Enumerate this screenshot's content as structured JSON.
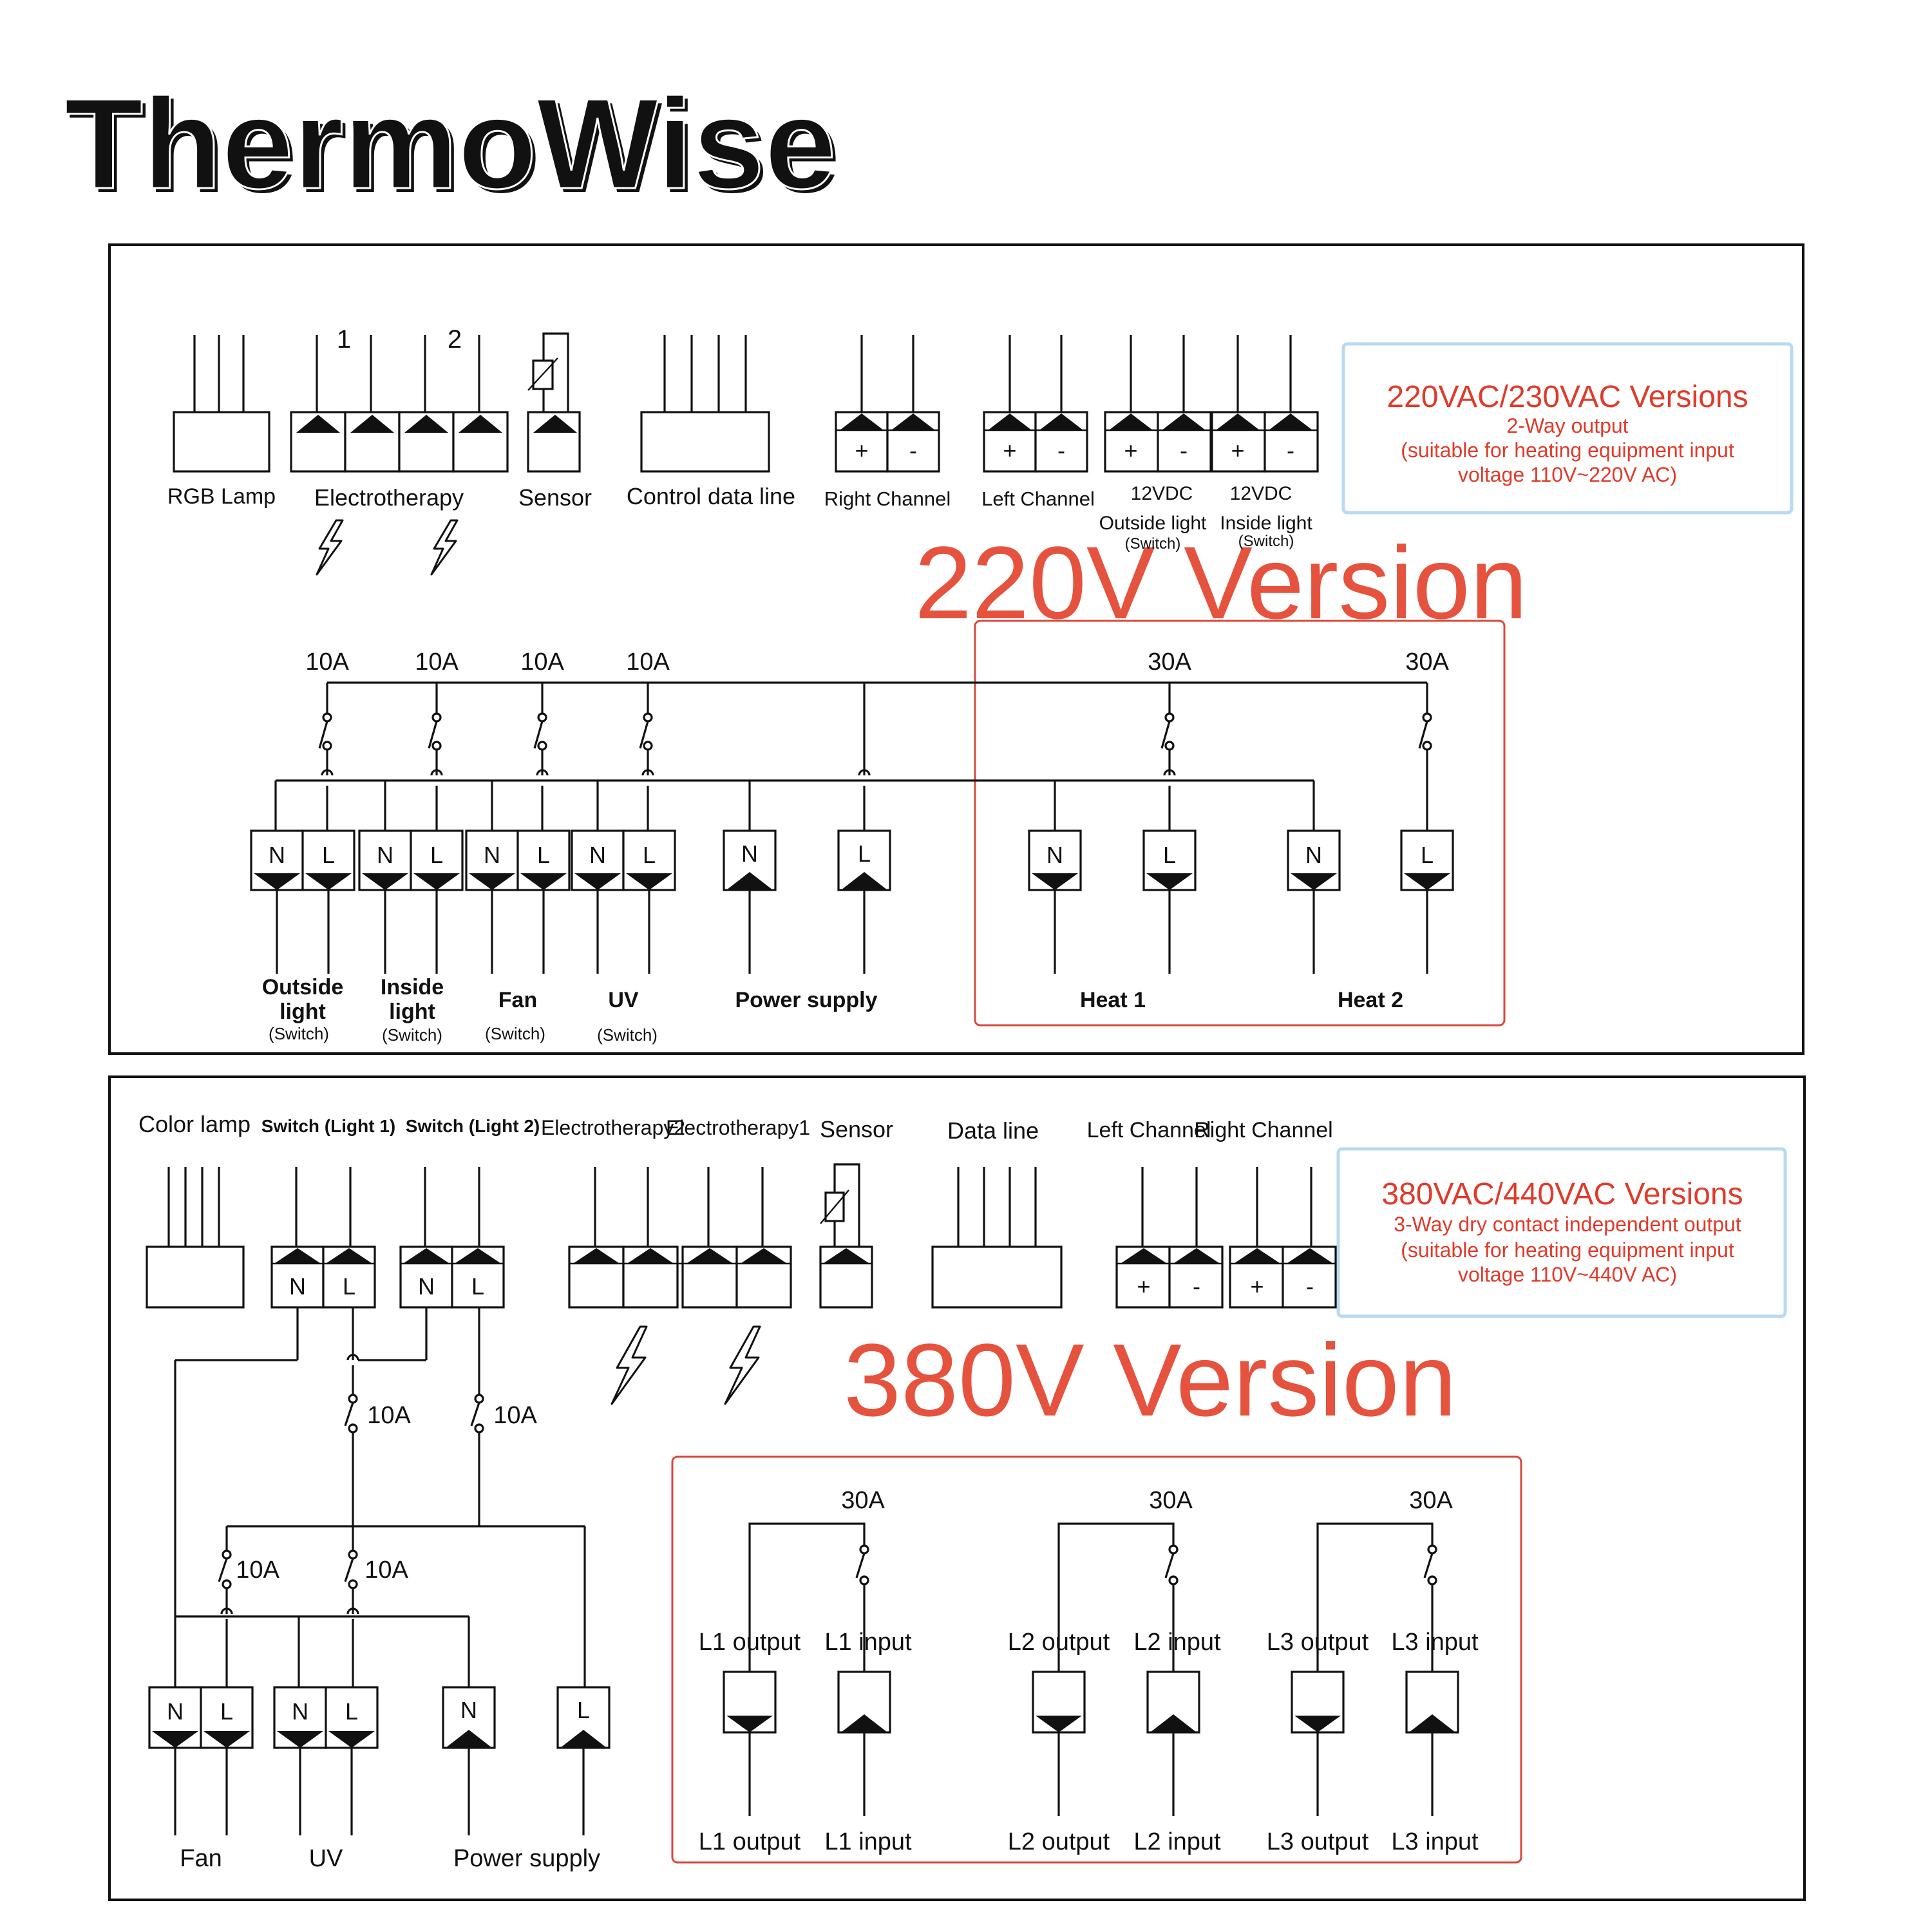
{
  "brand": {
    "logo_text": "ThermoWise"
  },
  "colors": {
    "accent_red": "#e03a2a",
    "box_red": "#d9483b",
    "info_border": "#b8daf0",
    "line": "#111111"
  },
  "panel_220": {
    "version_title": "220V Version",
    "info": {
      "title": "220VAC/230VAC Versions",
      "line1": "2-Way output",
      "line2": "(suitable for heating equipment input",
      "line3": "voltage 110V~220V AC)"
    },
    "top_labels": {
      "rgb_lamp": "RGB Lamp",
      "electrotherapy": "Electrotherapy",
      "electrotherapy_num1": "1",
      "electrotherapy_num2": "2",
      "sensor": "Sensor",
      "control_data_line": "Control data line",
      "right_channel": "Right Channel",
      "left_channel": "Left Channel",
      "plus": "+",
      "minus": "-",
      "vdc_outside": "12VDC",
      "vdc_inside": "12VDC",
      "outside_light": "Outside light",
      "inside_light": "Inside light",
      "switch": "(Switch)"
    },
    "ratings": {
      "r10": "10A",
      "r30": "30A"
    },
    "terminals": {
      "n": "N",
      "l": "L"
    },
    "bottom_labels": {
      "outside_light_1": "Outside",
      "outside_light_2": "light",
      "inside_light_1": "Inside",
      "inside_light_2": "light",
      "fan": "Fan",
      "uv": "UV",
      "switch": "(Switch)",
      "power_supply": "Power supply",
      "heat1": "Heat 1",
      "heat2": "Heat 2"
    }
  },
  "panel_380": {
    "version_title": "380V Version",
    "info": {
      "title": "380VAC/440VAC Versions",
      "line1": "3-Way dry contact independent output",
      "line2": "(suitable for heating equipment input",
      "line3": "voltage 110V~440V AC)"
    },
    "top_labels": {
      "color_lamp": "Color lamp",
      "switch_light1": "Switch (Light 1)",
      "switch_light2": "Switch (Light 2)",
      "electrotherapy2": "Electrotherapy2",
      "electrotherapy1": "Electrotherapy1",
      "sensor": "Sensor",
      "data_line": "Data line",
      "left_channel": "Left Channel",
      "right_channel": "Right Channel",
      "plus": "+",
      "minus": "-"
    },
    "ratings": {
      "r10": "10A",
      "r30": "30A"
    },
    "terminals": {
      "n": "N",
      "l": "L"
    },
    "bottom_labels": {
      "fan": "Fan",
      "uv": "UV",
      "power_supply": "Power supply",
      "l1_output": "L1 output",
      "l1_input": "L1 input",
      "l2_output": "L2 output",
      "l2_input": "L2 input",
      "l3_output": "L3 output",
      "l3_input": "L3 input"
    }
  }
}
